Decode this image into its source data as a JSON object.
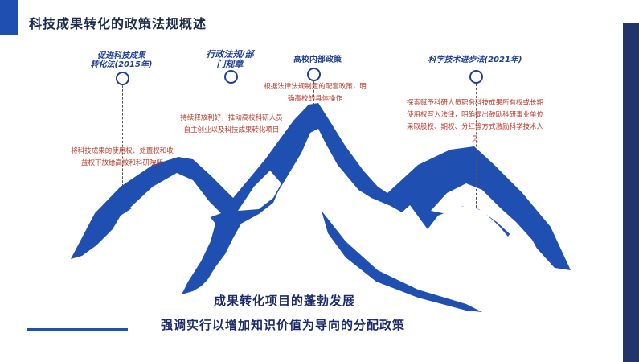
{
  "title": "科技成果转化的政策法规概述",
  "items": [
    {
      "heading_line1": "促进科技成果",
      "heading_line2": "转化法(2015年)",
      "desc": "将科技成果的使用权、处置权和收益权下放给高校和科研院所"
    },
    {
      "heading_line1": "行政法规/部",
      "heading_line2": "门规章",
      "desc": "持续释放利好，推动高校科研人员自主创业以及科技成果转化项目"
    },
    {
      "heading_line1": "高校内部政策",
      "heading_line2": "",
      "desc": "根据法律法规制定的配套政策，明确高校的具体操作"
    },
    {
      "heading_line1": "科学技术进步法(2021年)",
      "heading_line2": "",
      "desc": "探索赋予科研人员职务科技成果所有权或长期使用权写入法律，明确提出鼓励科研事业单位采取股权、期权、分红等方式激励科学技术人员"
    }
  ],
  "bottom": {
    "line1": "成果转化项目的蓬勃发展",
    "line2": "强调实行以增加知识价值为导向的分配政策"
  },
  "colors": {
    "accent": "#1f4fb0",
    "dark": "#22356b",
    "heading": "#1f3f99",
    "desc": "#c0392b"
  }
}
